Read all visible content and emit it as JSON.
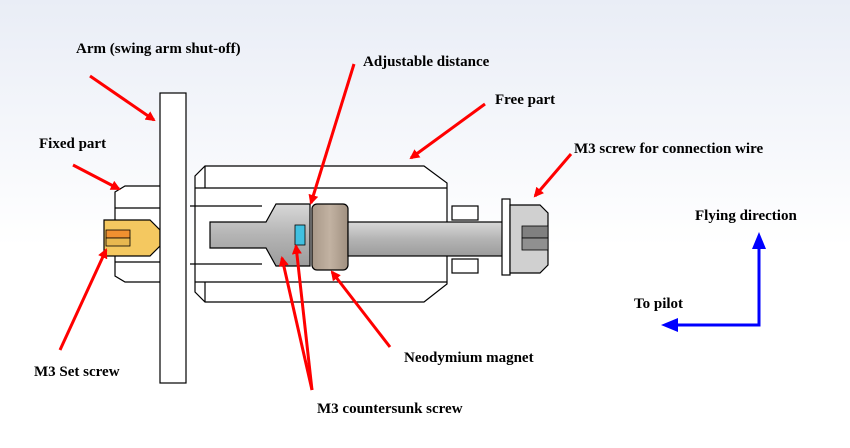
{
  "labels": {
    "arm": "Arm (swing arm shut-off)",
    "adjustable_distance": "Adjustable distance",
    "free_part": "Free part",
    "fixed_part": "Fixed part",
    "m3_screw_wire": "M3 screw for connection wire",
    "flying_direction": "Flying direction",
    "to_pilot": "To pilot",
    "m3_set_screw": "M3 Set screw",
    "neodymium_magnet": "Neodymium magnet",
    "m3_countersunk_screw": "M3 countersunk screw"
  },
  "colors": {
    "callout_arrow": "#ff0000",
    "direction_arrow": "#0000ff",
    "magnet": "#b8a898",
    "set_screw": "#f0b040",
    "screw_highlight": "#40c0e0"
  }
}
